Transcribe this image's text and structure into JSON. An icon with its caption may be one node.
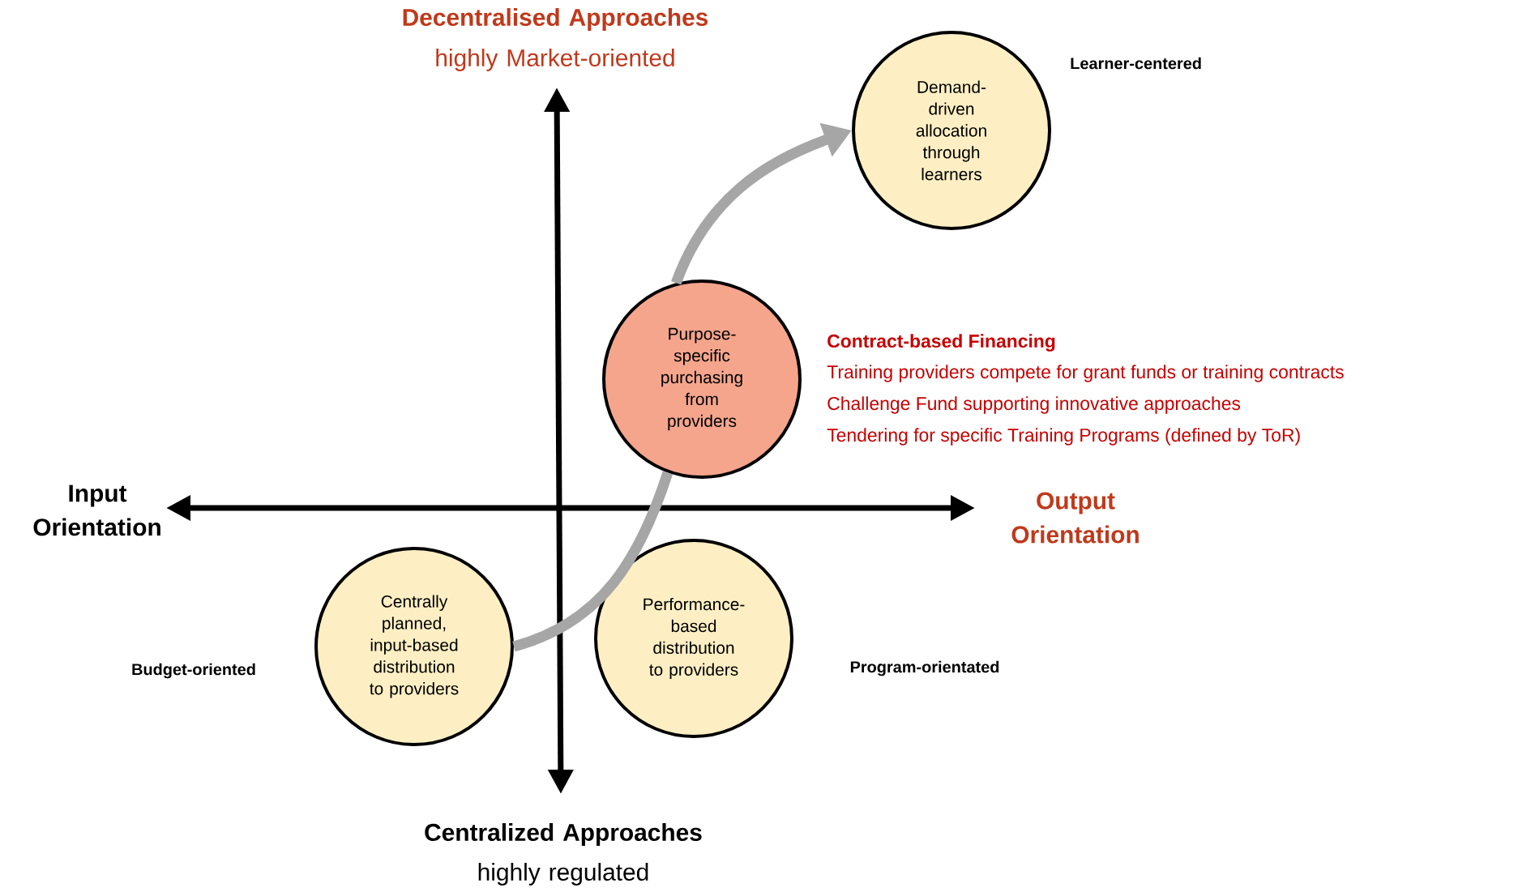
{
  "diagram": {
    "nodes": [
      {
        "text": [
          "Demand-driven allocation through learners"
        ],
        "beside": [
          "Learner-centered"
        ]
      },
      {
        "text": [
          "Purpose-specific purchasing from providers"
        ],
        "beside": [
          "Contract-based Financing",
          "Training providers compete for grant funds or training contracts",
          "Challenge Fund supporting innovative approaches",
          "Tendering for specific Training Programs (defined by ToR)"
        ]
      },
      {
        "text": [
          "Centrally planned, input-based distribution to providers"
        ],
        "beside": [
          "Budget-oriented"
        ]
      },
      {
        "text": [
          "Performance-based distribution to providers"
        ],
        "beside": [
          "Program-orientated"
        ]
      }
    ],
    "edges": [
      {
        "from": 2,
        "to": 1,
        "arrow": "none"
      },
      {
        "from": 1,
        "to": 0,
        "arrow": "to"
      }
    ],
    "labels": [
      "Decentralised Approaches",
      "highly Market-oriented",
      "Input Orientation",
      "Output Orientation",
      "Centralized Approaches",
      "highly regulated"
    ]
  }
}
